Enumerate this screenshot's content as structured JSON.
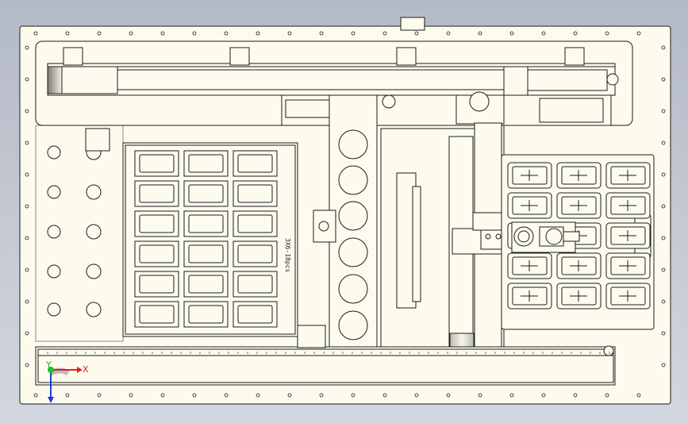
{
  "drawing": {
    "background_top": "#b4bac6",
    "background_bottom": "#cfd4dc",
    "sheet_color": "#fcfbee",
    "line_color": "#1c1c1c",
    "tray_label": "3X6-18pcs",
    "axis": {
      "x_label": "X",
      "y_label": "Y",
      "x_color": "#e0201c",
      "y_color": "#1c3fd0",
      "origin_color": "#22c02a"
    }
  }
}
